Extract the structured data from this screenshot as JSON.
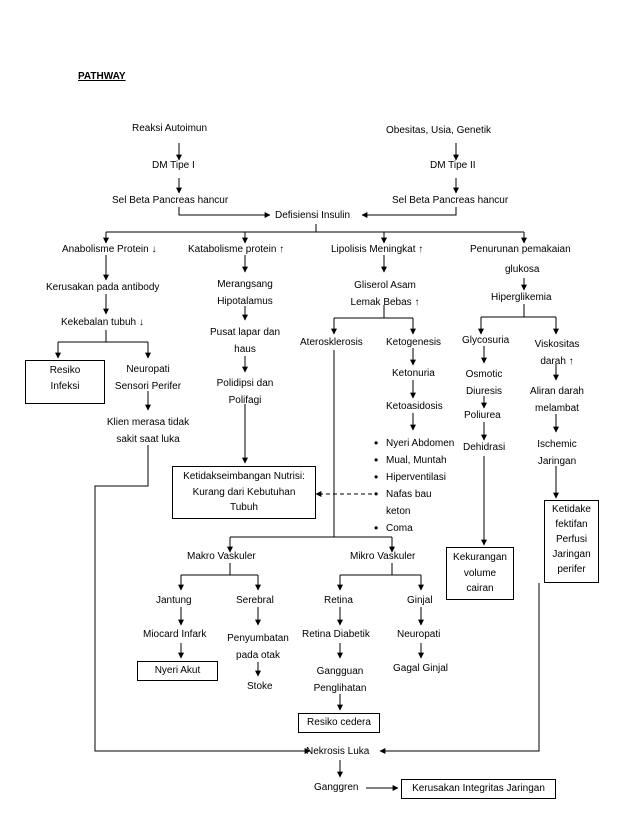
{
  "title": "PATHWAY",
  "nodes": {
    "reaksi": "Reaksi Autoimun",
    "obesitas": "Obesitas, Usia, Genetik",
    "dm1": "DM Tipe I",
    "dm2": "DM Tipe II",
    "selbeta1": "Sel Beta Pancreas hancur",
    "selbeta2": "Sel Beta Pancreas hancur",
    "defisiensi": "Defisiensi Insulin",
    "anabolisme": "Anabolisme Protein ↓",
    "katabolisme": "Katabolisme protein ↑",
    "lipolisis": "Lipolisis Meningkat ↑",
    "penurunan1": "Penurunan pemakaian",
    "penurunan2": "glukosa",
    "kerusakan": "Kerusakan pada antibody",
    "merangsang1": "Merangsang",
    "merangsang2": "Hipotalamus",
    "gliserol1": "Gliserol Asam",
    "gliserol2": "Lemak Bebas ↑",
    "hiperglikemia": "Hiperglikemia",
    "kekebalan": "Kekebalan tubuh ↓",
    "pusat1": "Pusat lapar dan",
    "pusat2": "haus",
    "aterosklerosis": "Aterosklerosis",
    "ketogenesis": "Ketogenesis",
    "glycosuria": "Glycosuria",
    "viskositas1": "Viskositas",
    "viskositas2": "darah ↑",
    "osmotic1": "Osmotic",
    "osmotic2": "Diuresis",
    "ketonuria": "Ketonuria",
    "resiko_infeksi1": "Resiko",
    "resiko_infeksi2": "Infeksi",
    "neuropati_sp1": "Neuropati",
    "neuropati_sp2": "Sensori Perifer",
    "polidipsi1": "Polidipsi dan",
    "polidipsi2": "Polifagi",
    "aliran1": "Aliran darah",
    "aliran2": "melambat",
    "ketoasidosis": "Ketoasidosis",
    "poliurea": "Poliurea",
    "klien1": "Klien merasa tidak",
    "klien2": "sakit saat luka",
    "dehidrasi": "Dehidrasi",
    "ischemic1": "Ischemic",
    "ischemic2": "Jaringan",
    "ketidakseimbangan": [
      "Ketidakseimbangan Nutrisi:",
      "Kurang dari Kebutuhan",
      "Tubuh"
    ],
    "ketidakefektifan": [
      "Ketidake",
      "fektifan",
      "Perfusi",
      "Jaringan",
      "perifer"
    ],
    "kekurangan": [
      "Kekurangan",
      "volume",
      "cairan"
    ],
    "makro": "Makro Vaskuler",
    "mikro": "Mikro Vaskuler",
    "jantung": "Jantung",
    "serebral": "Serebral",
    "retina": "Retina",
    "ginjal": "Ginjal",
    "miocard": "Miocard Infark",
    "penyumbatan1": "Penyumbatan",
    "penyumbatan2": "pada otak",
    "retinadiabetik": "Retina Diabetik",
    "neuropati": "Neuropati",
    "nyeriakut": "Nyeri Akut",
    "stoke": "Stoke",
    "gangguan1": "Gangguan",
    "gangguan2": "Penglihatan",
    "gagalginjal": "Gagal Ginjal",
    "resikocedera": "Resiko cedera",
    "nekrosis": "Nekrosis Luka",
    "ganggren": "Ganggren",
    "kerusakan_integritas": "Kerusakan Integritas Jaringan"
  },
  "ketoasidosis_signs": [
    "Nyeri Abdomen",
    "Mual, Muntah",
    "Hiperventilasi",
    "Nafas bau",
    "keton",
    "Coma"
  ]
}
